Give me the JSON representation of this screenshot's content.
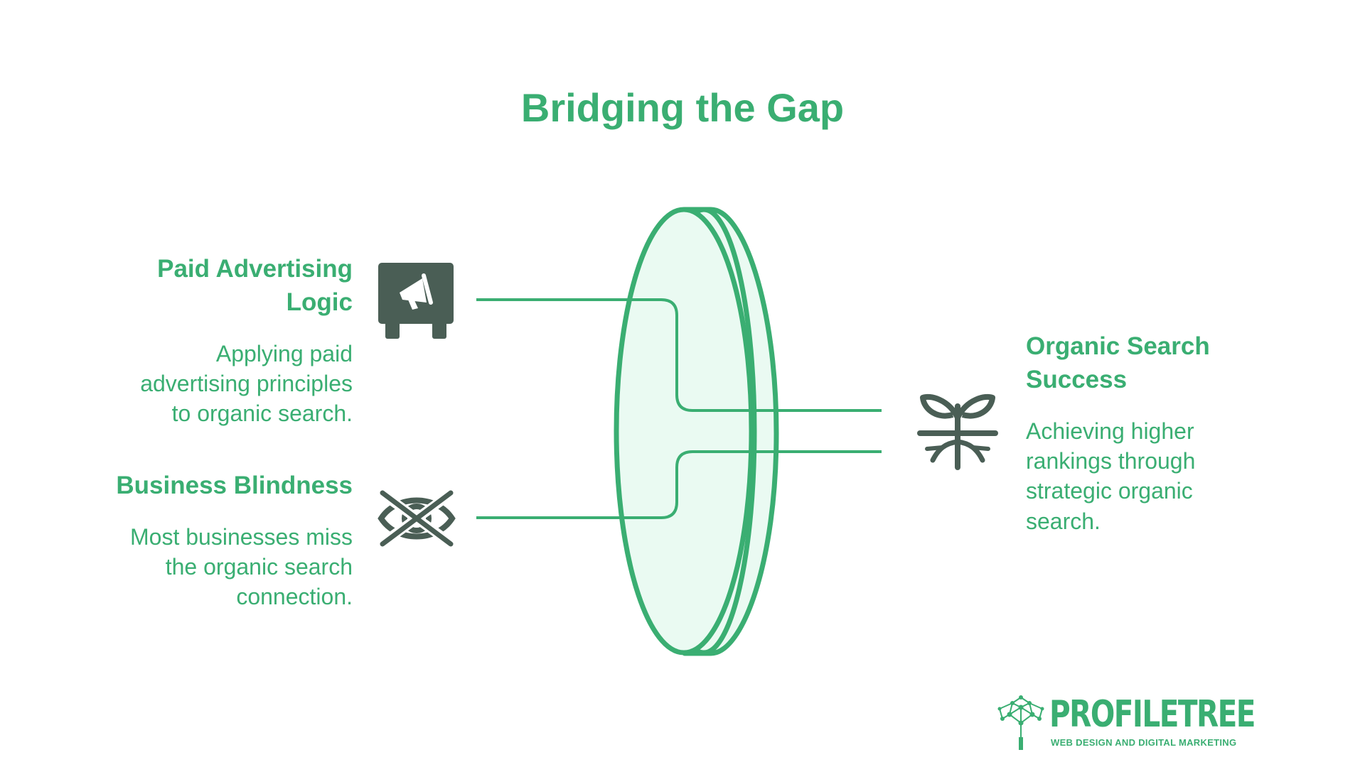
{
  "title": "Bridging the Gap",
  "left_items": [
    {
      "heading_lines": [
        "Paid Advertising",
        "Logic"
      ],
      "description_lines": [
        "Applying paid",
        "advertising principles",
        "to organic search."
      ],
      "icon": "megaphone-icon"
    },
    {
      "heading_lines": [
        "Business Blindness"
      ],
      "description_lines": [
        "Most businesses miss",
        "the organic search",
        "connection."
      ],
      "icon": "crossed-eye-icon"
    }
  ],
  "right_item": {
    "heading_lines": [
      "Organic Search",
      "Success"
    ],
    "description_lines": [
      "Achieving higher",
      "rankings through",
      "strategic organic",
      "search."
    ],
    "icon": "sprout-roots-icon"
  },
  "logo": {
    "name": "PROFILETREE",
    "tagline": "WEB DESIGN AND DIGITAL MARKETING"
  },
  "colors": {
    "accent": "#3aae72",
    "icon": "#4a5e55",
    "lens_fill": "#eafaf2"
  }
}
